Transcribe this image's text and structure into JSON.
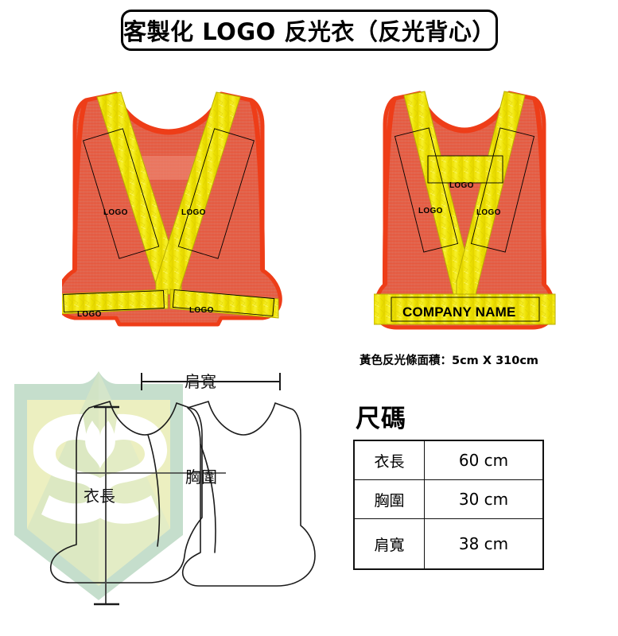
{
  "page": {
    "title": "客製化 LOGO 反光衣（反光背心）",
    "background_color": "#ffffff"
  },
  "product_views": {
    "front": {
      "view_name": "front",
      "logo_labels": [
        "LOGO",
        "LOGO",
        "LOGO",
        "LOGO"
      ]
    },
    "back": {
      "view_name": "back",
      "logo_labels": [
        "LOGO",
        "LOGO",
        "LOGO"
      ],
      "company_name": "COMPANY NAME"
    }
  },
  "spec": {
    "reflective_strip": "黃色反光條面積：5cm X 310cm"
  },
  "size_section": {
    "heading": "尺碼",
    "rows": [
      {
        "label": "衣長",
        "value": "60 cm"
      },
      {
        "label": "胸圍",
        "value": "30 cm"
      },
      {
        "label": "肩寬",
        "value": "38 cm"
      }
    ]
  },
  "diagram": {
    "shoulder_label": "肩寬",
    "length_label": "衣長",
    "chest_label": "胸圍"
  },
  "colors": {
    "mesh_orange": "#ee4a22",
    "mesh_orange_light": "#e8694d",
    "binding_orange": "#ee3d18",
    "reflective_yellow": "#f2e400",
    "reflective_yellow_edge": "#d8cc00",
    "outline_black": "#000000",
    "watermark_green": "#bcd9c4",
    "watermark_yellow": "#e9edb6"
  }
}
